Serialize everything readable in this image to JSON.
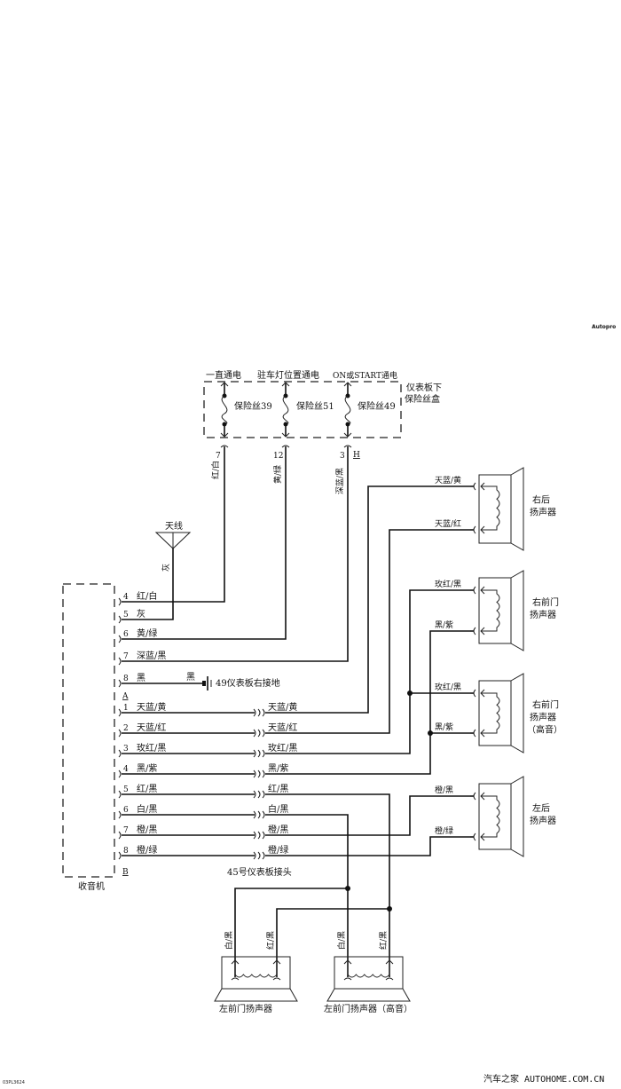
{
  "watermark_top": "Autopro",
  "footer": {
    "code": "03PL3624",
    "brand": "汽车之家 AUTOHOME.COM.CN"
  },
  "fuse_box": {
    "label_line1": "仪表板下",
    "label_line2": "保险丝盒",
    "supplies": [
      "一直通电",
      "驻车灯位置通电",
      "ON或START通电"
    ],
    "fuses": [
      "保险丝39",
      "保险丝51",
      "保险丝49"
    ],
    "pins": [
      "7",
      "12",
      "3"
    ],
    "connector_letter": "H",
    "wires": [
      "红/白",
      "黄/绿",
      "深蓝/黑"
    ]
  },
  "antenna": {
    "label": "天线",
    "wire": "灰"
  },
  "radio": {
    "label": "收音机",
    "connector_a_letter": "A",
    "connector_b_letter": "B",
    "upper_pins": [
      {
        "pin": "4",
        "wire": "红/白"
      },
      {
        "pin": "5",
        "wire": "灰"
      },
      {
        "pin": "6",
        "wire": "黄/绿"
      },
      {
        "pin": "7",
        "wire": "深蓝/黑"
      },
      {
        "pin": "8",
        "wire": "黑"
      }
    ],
    "lower_pins": [
      {
        "pin": "1",
        "wire": "天蓝/黄"
      },
      {
        "pin": "2",
        "wire": "天蓝/红"
      },
      {
        "pin": "3",
        "wire": "玫红/黑"
      },
      {
        "pin": "4",
        "wire": "黑/紫"
      },
      {
        "pin": "5",
        "wire": "红/黑"
      },
      {
        "pin": "6",
        "wire": "白/黑"
      },
      {
        "pin": "7",
        "wire": "橙/黑"
      },
      {
        "pin": "8",
        "wire": "橙/绿"
      }
    ]
  },
  "ground": {
    "wire": "黑",
    "label": "49仪表板右接地"
  },
  "connector_45": {
    "label": "45号仪表板接头"
  },
  "speakers": {
    "right_rear": {
      "label1": "右后",
      "label2": "扬声器",
      "wires": [
        "天蓝/黄",
        "天蓝/红"
      ]
    },
    "right_front": {
      "label1": "右前门",
      "label2": "扬声器",
      "wires": [
        "玫红/黑",
        "黑/紫"
      ]
    },
    "right_front_tweeter": {
      "label1": "右前门",
      "label2": "扬声器",
      "label3": "（高音）",
      "wires": [
        "玫红/黑",
        "黑/紫"
      ]
    },
    "left_rear": {
      "label1": "左后",
      "label2": "扬声器",
      "wires": [
        "橙/黑",
        "橙/绿"
      ]
    },
    "left_front": {
      "label": "左前门扬声器",
      "wires": [
        "白/黑",
        "红/黑"
      ]
    },
    "left_front_tweeter": {
      "label": "左前门扬声器（高音）",
      "wires": [
        "白/黑",
        "红/黑"
      ]
    }
  }
}
